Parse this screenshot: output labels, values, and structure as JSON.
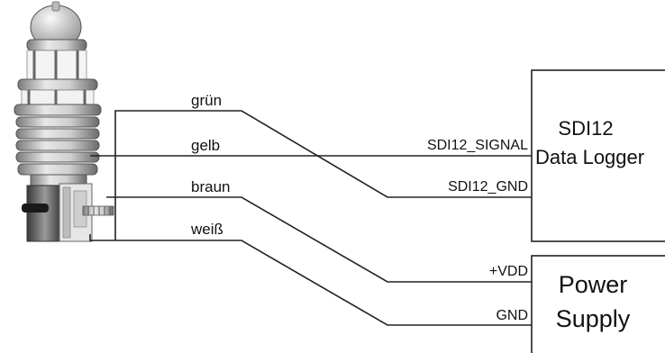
{
  "wires": {
    "gruen": "grün",
    "gelb": "gelb",
    "braun": "braun",
    "weiss": "weiß"
  },
  "pins": {
    "sdi12_signal": "SDI12_SIGNAL",
    "sdi12_gnd": "SDI12_GND",
    "vdd": "+VDD",
    "gnd": "GND"
  },
  "logger": {
    "line1": "SDI12",
    "line2": "Data Logger"
  },
  "power": {
    "line1": "Power",
    "line2": "Supply"
  }
}
